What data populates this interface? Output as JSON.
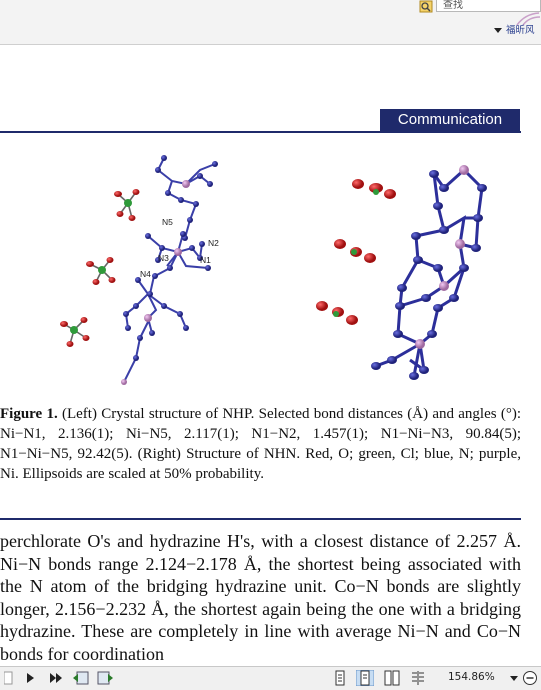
{
  "toolbar": {
    "search_placeholder": "查找",
    "brand_label": "福昕风"
  },
  "header": {
    "section": "Communication"
  },
  "figure": {
    "atom_labels": [
      "N5",
      "N2",
      "N3",
      "N1",
      "N4"
    ]
  },
  "caption": {
    "lead": "Figure 1.",
    "text": " (Left) Crystal structure of NHP. Selected bond distances (Å) and angles (°): Ni−N1, 2.136(1); Ni−N5, 2.117(1); N1−N2, 1.457(1); N1−Ni−N3, 90.84(5); N1−Ni−N5, 92.42(5). (Right) Structure of NHN. Red, O; green, Cl; blue, N; purple, Ni. Ellipsoids are scaled at 50% probability."
  },
  "body": {
    "text": "perchlorate O's and hydrazine H's, with a closest distance of 2.257 Å. Ni−N bonds range 2.124−2.178 Å, the shortest being associated with the N atom of the bridging hydrazine unit. Co−N bonds are slightly longer, 2.156−2.232 Å, the shortest again being the one with a bridging hydrazine. These are completely in line with average Ni−N and Co−N bonds for coordination"
  },
  "statusbar": {
    "zoom": "154.86%"
  },
  "colors": {
    "accent": "#1f2a6b",
    "nitrogen": "#2c2f9a",
    "nickel": "#c98fc9",
    "oxygen": "#d21f1f",
    "chlorine": "#2f9a3a"
  }
}
